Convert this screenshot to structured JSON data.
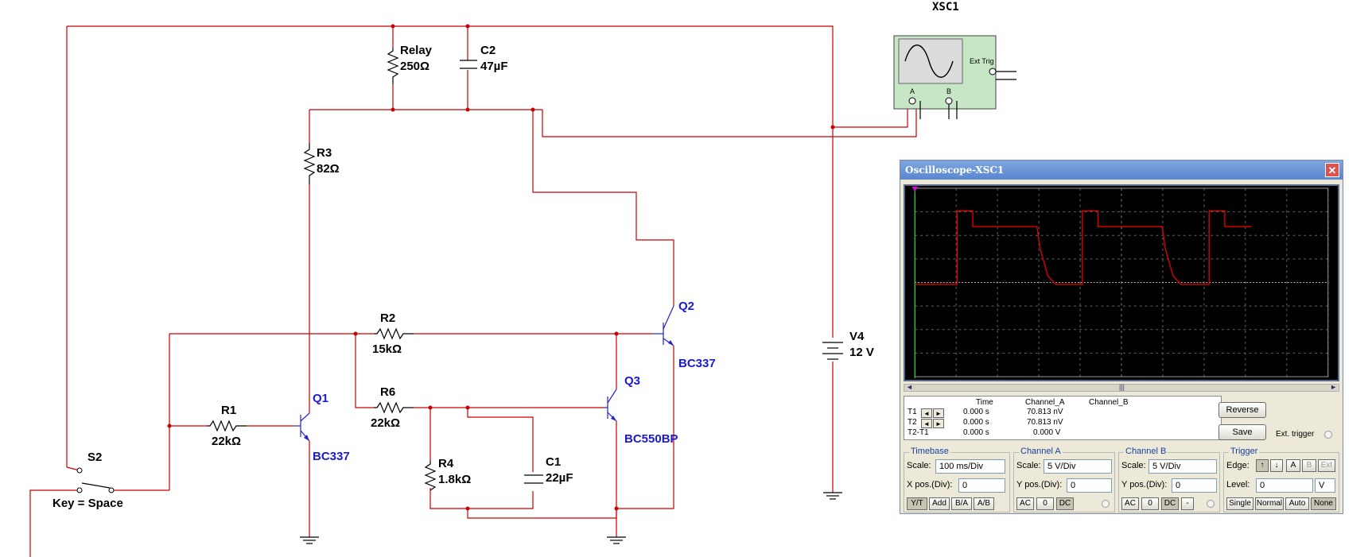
{
  "schematic": {
    "instrument_label": "XSC1",
    "components": {
      "relay_name": "Relay",
      "relay_value": "250Ω",
      "c2_name": "C2",
      "c2_value": "47µF",
      "r3_name": "R3",
      "r3_value": "82Ω",
      "r2_name": "R2",
      "r2_value": "15kΩ",
      "r1_name": "R1",
      "r1_value": "22kΩ",
      "r6_name": "R6",
      "r6_value": "22kΩ",
      "r4_name": "R4",
      "r4_value": "1.8kΩ",
      "c1_name": "C1",
      "c1_value": "22µF",
      "q1_name": "Q1",
      "q1_model": "BC337",
      "q2_name": "Q2",
      "q2_model": "BC337",
      "q3_name": "Q3",
      "q3_model": "BC550BP",
      "v4_name": "V4",
      "v4_value": "12 V",
      "s2_name": "S2",
      "s2_key": "Key = Space"
    },
    "scope_icon": {
      "ext_trig": "Ext Trig",
      "a": "A",
      "b": "B"
    },
    "colors": {
      "wire": "#cc0000",
      "blue_wire": "#2222cc",
      "label_blue": "#1a1ad0"
    }
  },
  "oscilloscope": {
    "title": "Oscilloscope-XSC1",
    "readout": {
      "headers": [
        "Time",
        "Channel_A",
        "Channel_B"
      ],
      "rows": [
        {
          "label": "T1",
          "time": "0.000 s",
          "a": "70.813 nV",
          "b": ""
        },
        {
          "label": "T2",
          "time": "0.000 s",
          "a": "70.813 nV",
          "b": ""
        },
        {
          "label": "T2-T1",
          "time": "0.000 s",
          "a": "0.000 V",
          "b": ""
        }
      ]
    },
    "reverse_label": "Reverse",
    "save_label": "Save",
    "ext_trigger_label": "Ext. trigger",
    "timebase": {
      "title": "Timebase",
      "scale_label": "Scale:",
      "scale_value": "100 ms/Div",
      "xpos_label": "X pos.(Div):",
      "xpos_value": "0",
      "buttons": [
        "Y/T",
        "Add",
        "B/A",
        "A/B"
      ]
    },
    "channel_a": {
      "title": "Channel A",
      "scale_label": "Scale:",
      "scale_value": "5  V/Div",
      "ypos_label": "Y pos.(Div):",
      "ypos_value": "0",
      "buttons": [
        "AC",
        "0",
        "DC"
      ]
    },
    "channel_b": {
      "title": "Channel B",
      "scale_label": "Scale:",
      "scale_value": "5  V/Div",
      "ypos_label": "Y pos.(Div):",
      "ypos_value": "0",
      "buttons": [
        "AC",
        "0",
        "DC",
        "-"
      ]
    },
    "trigger": {
      "title": "Trigger",
      "edge_label": "Edge:",
      "edge_buttons": [
        "A",
        "B",
        "Ext"
      ],
      "level_label": "Level:",
      "level_value": "0",
      "level_unit": "V",
      "mode_buttons": [
        "Single",
        "Normal",
        "Auto",
        "None"
      ]
    },
    "trace_color": "#dd0000"
  }
}
